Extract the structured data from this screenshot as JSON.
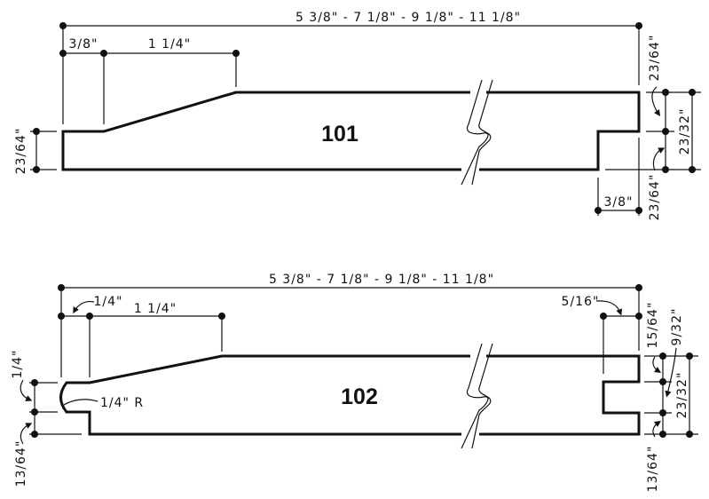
{
  "profile_101": {
    "part_number": "101",
    "overall_width": "5 3/8\"  -  7 1/8\"  -  9 1/8\"  -  11 1/8\"",
    "left_step_width": "3/8\"",
    "bevel_width": "1 1/4\"",
    "left_edge_thickness": "23/64\"",
    "right_upper_offset": "23/64\"",
    "right_lower_offset": "23/64\"",
    "total_thickness": "23/32\"",
    "rabbet_width": "3/8\""
  },
  "profile_102": {
    "part_number": "102",
    "overall_width": "5 3/8\"  -  7 1/8\"  -  9 1/8\"  -  11 1/8\"",
    "tongue_width": "1/4\"",
    "bevel_width": "1 1/4\"",
    "groove_depth": "5/16\"",
    "tongue_height": "1/4\"",
    "tongue_bottom_offset": "13/64\"",
    "tongue_radius": "1/4\" R",
    "groove_top_offset": "15/64\"",
    "groove_height": "9/32\"",
    "total_thickness": "23/32\"",
    "groove_bottom_offset": "13/64\""
  }
}
